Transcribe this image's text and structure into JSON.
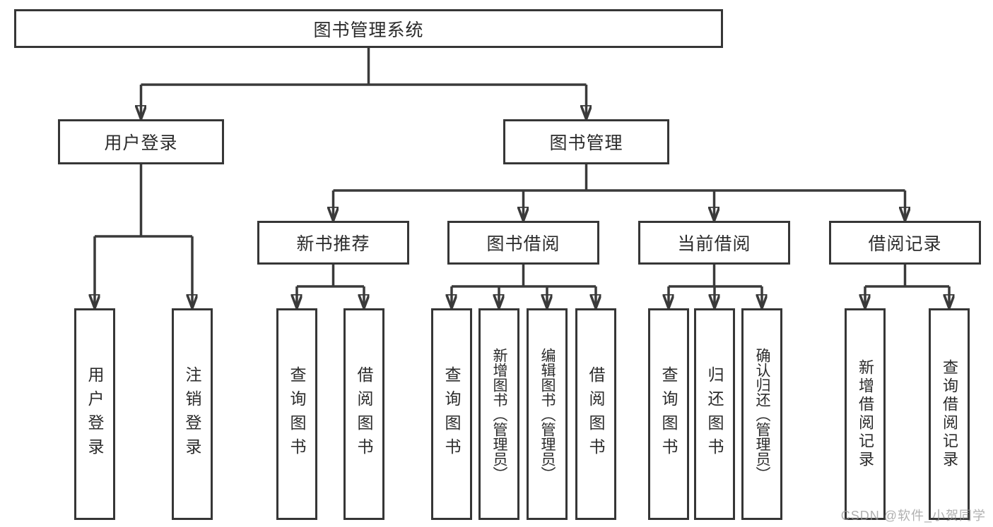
{
  "nodes": {
    "root": "图书管理系统",
    "user_login": "用户登录",
    "book_management": "图书管理",
    "new_book_recommend": "新书推荐",
    "book_borrowing": "图书借阅",
    "current_borrowing": "当前借阅",
    "borrowing_records": "借阅记录",
    "leaves": {
      "user_login": "用户登录",
      "logout": "注销登录",
      "recommend_query_books": "查询图书",
      "recommend_borrow_books": "借阅图书",
      "borrowing_query_books": "查询图书",
      "borrowing_add_books_admin": "新增图书（管理员）",
      "borrowing_edit_books_admin": "编辑图书（管理员）",
      "borrowing_borrow_books": "借阅图书",
      "current_query_books": "查询图书",
      "current_return_books": "归还图书",
      "current_confirm_return_admin": "确认归还（管理员）",
      "records_add_record": "新增借阅记录",
      "records_query_record": "查询借阅记录"
    }
  },
  "watermark": "CSDN @软件_小贺同学",
  "colors": {
    "line": "#3a3a3a",
    "box_border": "#363636",
    "text": "#2b2b2b",
    "watermark": "#a8a8a8",
    "background": "#ffffff"
  }
}
